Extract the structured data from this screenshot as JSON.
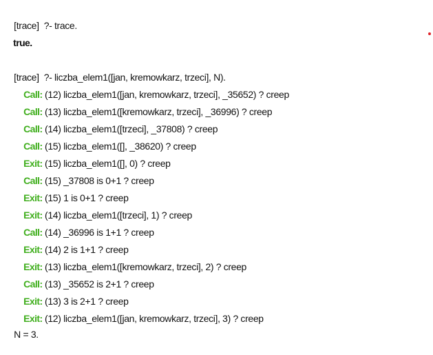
{
  "console": {
    "lines": [
      {
        "text": "[trace]  ?- trace."
      },
      {
        "text": "true.",
        "bold": true
      },
      {
        "text": "[trace]  ?- liczba_elem1([jan, kremowkarz, trzeci], N)."
      },
      {
        "port": "Call:",
        "text": " (12) liczba_elem1([jan, kremowkarz, trzeci], _35652) ? creep"
      },
      {
        "port": "Call:",
        "text": " (13) liczba_elem1([kremowkarz, trzeci], _36996) ? creep"
      },
      {
        "port": "Call:",
        "text": " (14) liczba_elem1([trzeci], _37808) ? creep"
      },
      {
        "port": "Call:",
        "text": " (15) liczba_elem1([], _38620) ? creep"
      },
      {
        "port": "Exit:",
        "text": " (15) liczba_elem1([], 0) ? creep"
      },
      {
        "port": "Call:",
        "text": " (15) _37808 is 0+1 ? creep"
      },
      {
        "port": "Exit:",
        "text": " (15) 1 is 0+1 ? creep"
      },
      {
        "port": "Exit:",
        "text": " (14) liczba_elem1([trzeci], 1) ? creep"
      },
      {
        "port": "Call:",
        "text": " (14) _36996 is 1+1 ? creep"
      },
      {
        "port": "Exit:",
        "text": " (14) 2 is 1+1 ? creep"
      },
      {
        "port": "Exit:",
        "text": " (13) liczba_elem1([kremowkarz, trzeci], 2) ? creep"
      },
      {
        "port": "Call:",
        "text": " (13) _35652 is 2+1 ? creep"
      },
      {
        "port": "Exit:",
        "text": " (13) 3 is 2+1 ? creep"
      },
      {
        "port": "Exit:",
        "text": " (12) liczba_elem1([jan, kremowkarz, trzeci], 3) ? creep"
      },
      {
        "text": "N = 3."
      }
    ]
  },
  "colors": {
    "port": "#3fae1c",
    "text": "#111111",
    "marker": "#e0242a"
  }
}
